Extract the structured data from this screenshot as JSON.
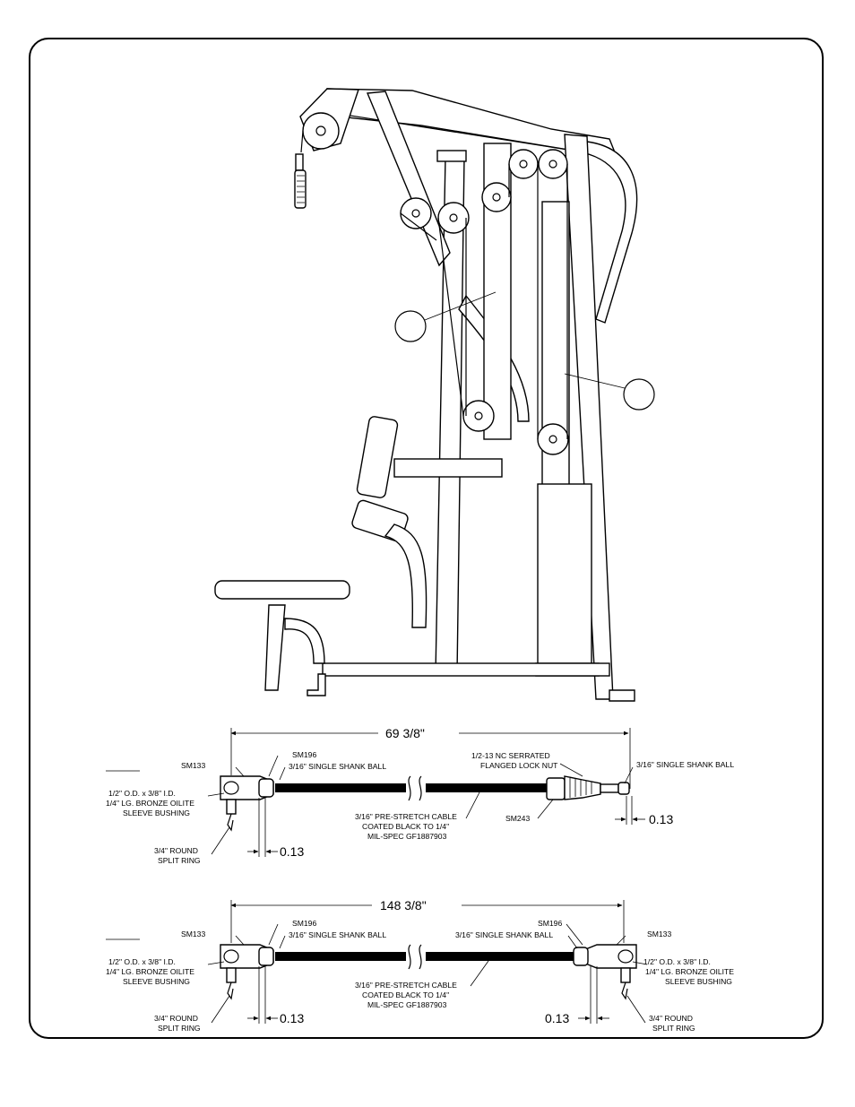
{
  "callouts": {
    "top": "",
    "bottom": ""
  },
  "cable1": {
    "length": "69 3/8\"",
    "sm133": "SM133",
    "sm196": "SM196",
    "shank_ball_left": "3/16\" SINGLE SHANK BALL",
    "lock_nut_1": "1/2-13 NC SERRATED",
    "lock_nut_2": "FLANGED LOCK NUT",
    "shank_ball_right": "3/16\" SINGLE SHANK BALL",
    "bushing_1": "1/2\" O.D. x 3/8\" I.D.",
    "bushing_2": "1/4\" LG. BRONZE OILITE",
    "bushing_3": "SLEEVE BUSHING",
    "cable_1": "3/16\" PRE-STRETCH CABLE",
    "cable_2": "COATED BLACK TO 1/4\"",
    "cable_3": "MIL-SPEC GF1887903",
    "sm243": "SM243",
    "dim_right": "0.13",
    "ring_1": "3/4\" ROUND",
    "ring_2": "SPLIT RING",
    "dim_left": "0.13"
  },
  "cable2": {
    "length": "148 3/8\"",
    "sm133_left": "SM133",
    "sm196_left": "SM196",
    "shank_ball_left": "3/16\" SINGLE SHANK BALL",
    "sm196_right": "SM196",
    "shank_ball_right": "3/16\" SINGLE SHANK BALL",
    "sm133_right": "SM133",
    "bushing_l1": "1/2\" O.D. x 3/8\" I.D.",
    "bushing_l2": "1/4\" LG. BRONZE OILITE",
    "bushing_l3": "SLEEVE BUSHING",
    "bushing_r1": "1/2\" O.D. x 3/8\" I.D.",
    "bushing_r2": "1/4\" LG. BRONZE OILITE",
    "bushing_r3": "SLEEVE BUSHING",
    "cable_1": "3/16\" PRE-STRETCH CABLE",
    "cable_2": "COATED BLACK TO 1/4\"",
    "cable_3": "MIL-SPEC GF1887903",
    "ring_l1": "3/4\" ROUND",
    "ring_l2": "SPLIT RING",
    "ring_r1": "3/4\" ROUND",
    "ring_r2": "SPLIT RING",
    "dim_left": "0.13",
    "dim_right": "0.13"
  }
}
